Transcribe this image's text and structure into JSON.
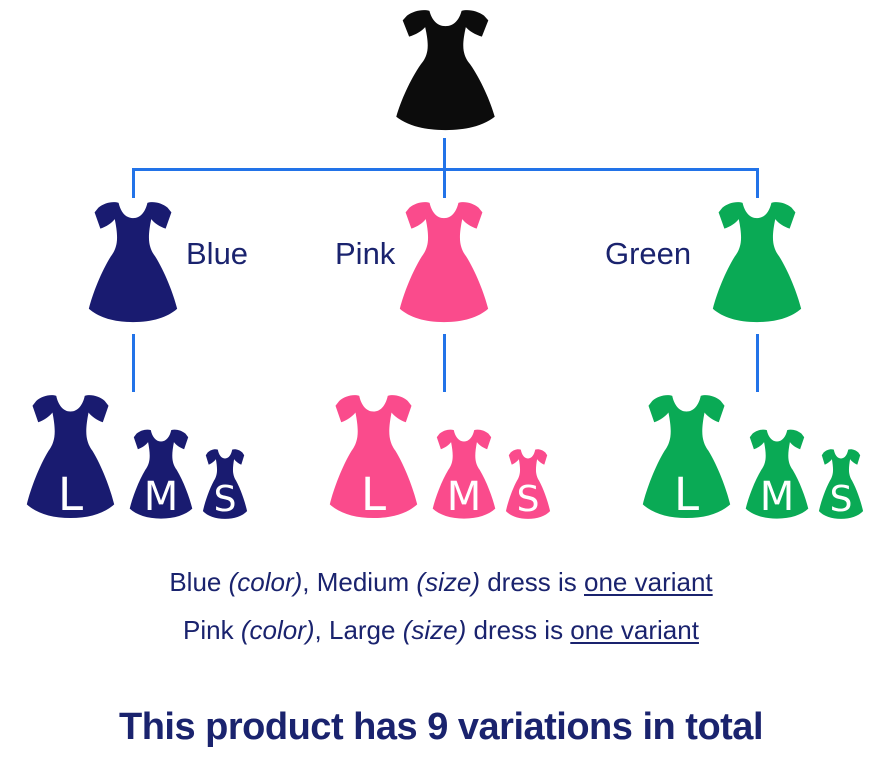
{
  "palette": {
    "background": "#ffffff",
    "ink": "#1a236e",
    "connector_blue": "#2273e8",
    "letter_white": "#ffffff"
  },
  "tree": {
    "root": {
      "hex": "#0c0c0c"
    },
    "sizes": [
      "L",
      "M",
      "S"
    ],
    "colors": [
      {
        "label": "Blue",
        "hex": "#191b70"
      },
      {
        "label": "Pink",
        "hex": "#fa4b8c"
      },
      {
        "label": "Green",
        "hex": "#0aaa55"
      }
    ]
  },
  "notes": {
    "line1": {
      "t1": "Blue ",
      "i1": "(color)",
      "t2": ", Medium ",
      "i2": "(size)",
      "t3": " dress is ",
      "u": "one variant"
    },
    "line2": {
      "t1": "Pink ",
      "i1": "(color)",
      "t2": ", Large ",
      "i2": "(size)",
      "t3": " dress is ",
      "u": "one variant"
    }
  },
  "headline": "This product has 9 variations in total"
}
